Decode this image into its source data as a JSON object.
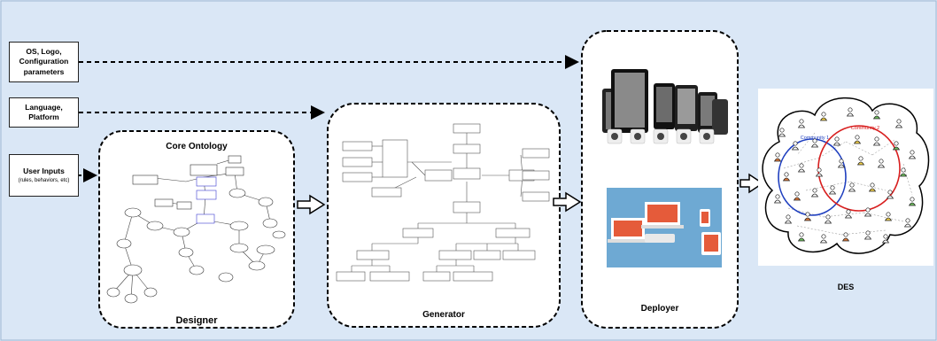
{
  "inputs": {
    "os_logo": "OS, Logo,\nConfiguration\nparameters",
    "language_platform": "Language,\nPlatform",
    "user_inputs_title": "User Inputs",
    "user_inputs_sub": "(rules, behaviors, etc)"
  },
  "designer": {
    "title": "Core Ontology",
    "label": "Designer"
  },
  "generator": {
    "label": "Generator"
  },
  "deployer": {
    "label": "Deployer"
  },
  "des": {
    "label": "DES",
    "community1": "Community 1",
    "community2": "Community 2"
  },
  "colors": {
    "background": "#dae7f6",
    "community1": "#1f3fbf",
    "community2": "#d81f1f"
  }
}
